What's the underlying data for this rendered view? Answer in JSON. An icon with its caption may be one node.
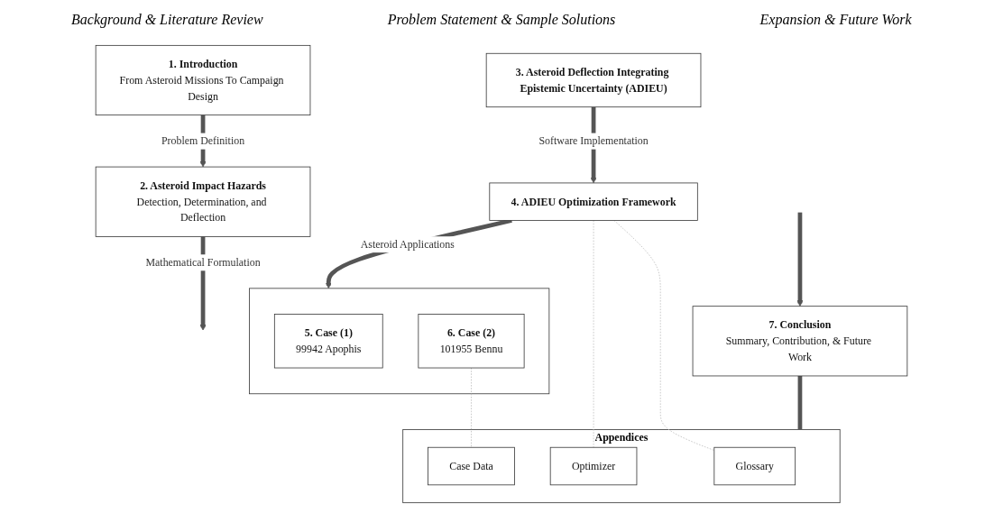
{
  "diagram": {
    "nodes": [
      {
        "text": [
          "1. Introduction",
          "From Asteroid Missions To Campaign Design"
        ]
      },
      {
        "text": [
          "2. Asteroid Impact Hazards",
          "Detection, Determination, and Deflection"
        ]
      },
      {
        "text": [
          "3. Asteroid Deflection Integrating Epistemic Uncertainty (ADIEU)"
        ]
      },
      {
        "text": [
          "4. ADIEU Optimization Framework"
        ]
      },
      {
        "text": [],
        "shape": "box"
      },
      {
        "text": [
          "5. Case (1)",
          "99942 Apophis"
        ],
        "in": 4
      },
      {
        "text": [
          "6. Case (2)",
          "101955 Bennu"
        ],
        "in": 4
      },
      {
        "text": [
          "7. Conclusion",
          "Summary, Contribution, & Future Work"
        ]
      },
      {
        "text": [
          "Appendices"
        ]
      },
      {
        "text": [
          "Glossary"
        ],
        "in": 8
      },
      {
        "text": [
          "Optimizer"
        ],
        "in": 8
      },
      {
        "text": [
          "Case Data"
        ],
        "in": 8
      }
    ],
    "edges": [
      {
        "from": 0,
        "to": 1,
        "arrow": "to",
        "label": "Problem Definition"
      },
      {
        "from": 1,
        "to": null,
        "arrow": "to",
        "label": "Mathematical Formulation"
      },
      {
        "from": 2,
        "to": 3,
        "arrow": "to",
        "label": "Software Implementation"
      },
      {
        "from": 3,
        "to": 4,
        "arrow": "to",
        "label": "Asteroid Applications"
      },
      {
        "from": null,
        "to": 7,
        "arrow": "to"
      },
      {
        "from": 7,
        "to": 8,
        "arrow": "none"
      },
      {
        "from": 3,
        "to": 9,
        "arrow": "none",
        "style": "dashed",
        "color": "#bbbbbb"
      },
      {
        "from": 3,
        "to": 10,
        "arrow": "none",
        "style": "dashed",
        "color": "#bbbbbb"
      },
      {
        "from": 6,
        "to": 11,
        "arrow": "none",
        "style": "dashed",
        "color": "#bbbbbb"
      }
    ],
    "labels": [
      "Background & Literature Review",
      "Problem Statement & Sample Solutions",
      "Expansion & Future Work"
    ]
  }
}
